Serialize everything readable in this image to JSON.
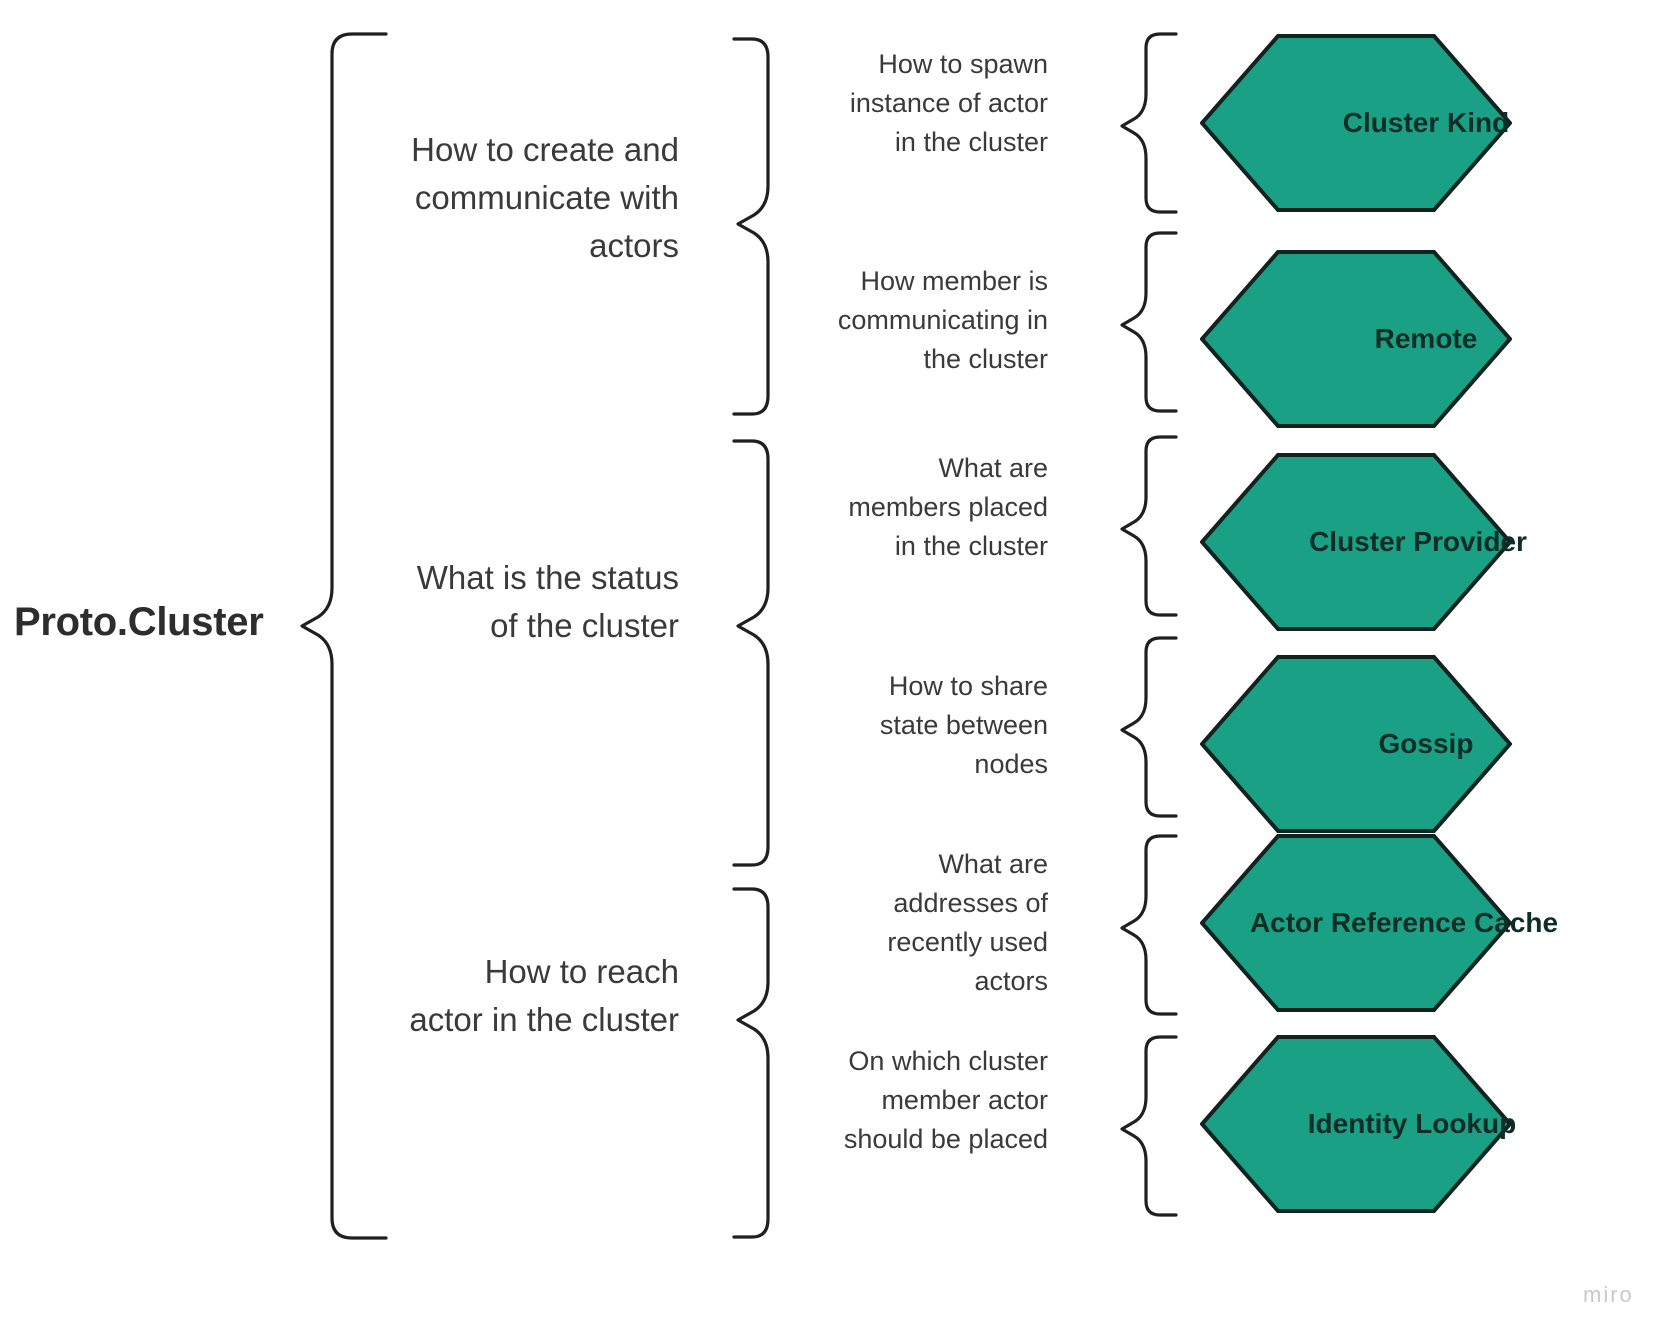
{
  "diagram": {
    "title": "Proto.Cluster",
    "accent_color": "#16a085",
    "hex_fill": "#1aa085",
    "hex_stroke": "#10231f",
    "text_color": "#3a3a3a",
    "brace_color": "#1f1f1f",
    "background": "#ffffff",
    "watermark": "miro",
    "root": {
      "label": "Proto.Cluster"
    },
    "groups": [
      {
        "label": "How to create and communicate with actors",
        "questions": [
          {
            "label": "How to spawn instance of actor in the cluster",
            "component": "Cluster Kind"
          },
          {
            "label": "How member is communicating in the cluster",
            "component": "Remote"
          }
        ]
      },
      {
        "label": "What is the status of the cluster",
        "questions": [
          {
            "label": "What are members placed in the cluster",
            "component": "Cluster Provider"
          },
          {
            "label": "How to share state between nodes",
            "component": "Gossip"
          }
        ]
      },
      {
        "label": "How to reach actor in the cluster",
        "questions": [
          {
            "label": "What are addresses of recently used actors",
            "component": "Actor Reference Cache"
          },
          {
            "label": "On which cluster member actor should be placed",
            "component": "Identity Lookup"
          }
        ]
      }
    ]
  }
}
